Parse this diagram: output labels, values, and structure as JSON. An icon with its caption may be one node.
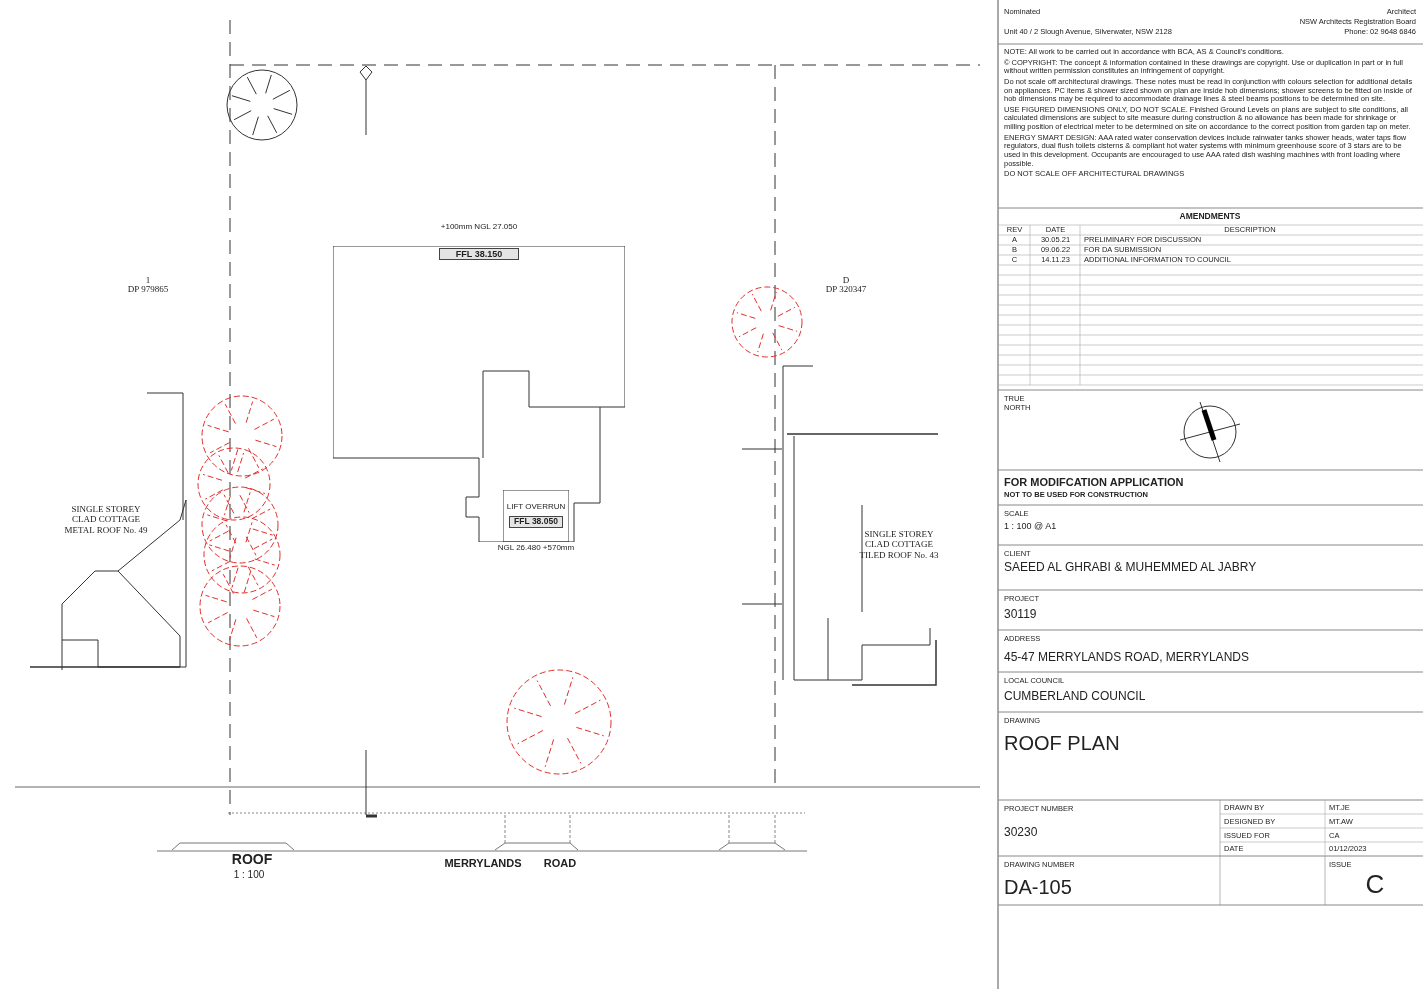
{
  "diagram": {
    "nodes": [
      {
        "text": [
          "FFL 38.150"
        ],
        "beside": [
          "+100mm NGL 27.050"
        ]
      },
      {
        "text": [
          "LIFT OVERRUN",
          "FFL 38.050"
        ],
        "beside": [
          "NGL 26.480 +570mm"
        ],
        "in": 0
      }
    ],
    "labels": [
      "1",
      "DP 979865",
      "D",
      "DP 320347",
      "SINGLE STOREY CLAD COTTAGE METAL ROOF No. 49",
      "SINGLE STOREY CLAD COTTAGE TILED ROOF No. 43",
      "ROOF",
      "1 : 100",
      "MERRYLANDS",
      "ROAD",
      "Nominated",
      "Architect",
      "NSW Architects Registration Board",
      "Unit 40 / 2 Slough Avenue, Silverwater, NSW 2128",
      "Phone: 02 9648 6846",
      "NOTE: All work to be carried out in accordance with BCA, AS & Council's conditions.",
      "© COPYRIGHT: The concept & information contained in these drawings are copyright. Use or duplication in part or in full without written permission constitutes an infringement of copyright.",
      "Do not scale off architectural drawings. These notes must be read in conjunction with colours selection for additional details on appliances. PC items & shower sized shown on plan are inside hob dimensions; shower screens to be fitted on inside of hob dimensions may be required to accommodate drainage lines & steel beams positions to be determined on site.",
      "USE FIGURED DIMENSIONS ONLY, DO NOT SCALE. Finished Ground Levels on plans are subject to site conditions, all calculated dimensions are subject to site measure during construction & no allowance has been made for shrinkage or milling position of electrical meter to be determined on site on accordance to the correct position from garden tap on meter.",
      "ENERGY SMART DESIGN: AAA rated water conservation devices include rainwater tanks shower heads, water taps flow regulators, dual flush toilets cisterns & compliant hot water systems with minimum greenhouse score of 3 stars are to be used in this development. Occupants are encouraged to use AAA rated dish washing machines with front loading where possible.",
      "DO NOT SCALE OFF ARCHITECTURAL DRAWINGS",
      "AMENDMENTS",
      "REV",
      "DATE",
      "DESCRIPTION",
      "A",
      "30.05.21",
      "PRELIMINARY FOR DISCUSSION",
      "B",
      "09.06.22",
      "FOR DA SUBMISSION",
      "C",
      "14.11.23",
      "ADDITIONAL INFORMATION TO COUNCIL",
      "TRUE NORTH",
      "FOR MODIFCATION APPLICATION",
      "NOT TO BE USED FOR CONSTRUCTION",
      "SCALE",
      "1 : 100 @ A1",
      "CLIENT",
      "SAEED AL GHRABI & MUHEMMED AL JABRY",
      "PROJECT",
      "30119",
      "ADDRESS",
      "45-47 MERRYLANDS ROAD, MERRYLANDS",
      "LOCAL COUNCIL",
      "CUMBERLAND COUNCIL",
      "DRAWING",
      "ROOF PLAN",
      "PROJECT NUMBER",
      "30230",
      "DRAWN BY",
      "MT.JE",
      "DESIGNED BY",
      "MT.AW",
      "ISSUED FOR",
      "CA",
      "DATE",
      "01/12/2023",
      "DRAWING NUMBER",
      "DA-105",
      "ISSUE",
      "C"
    ]
  }
}
